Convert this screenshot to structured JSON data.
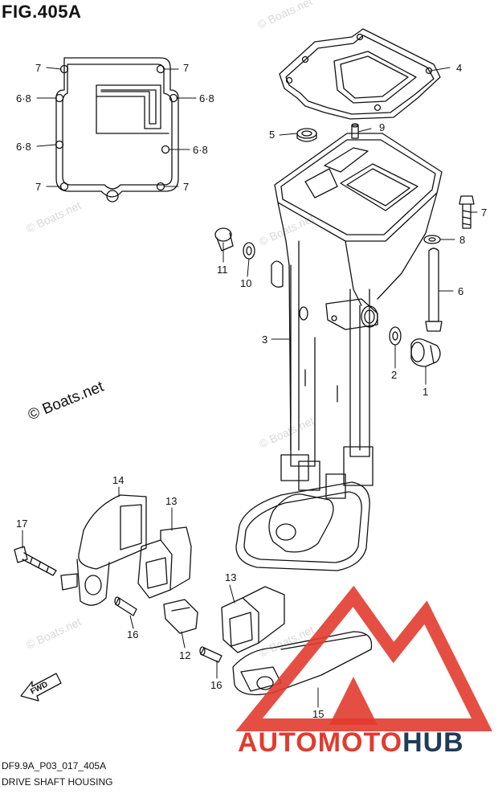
{
  "figure_title": "FIG.405A",
  "figure_code": "DF9.9A_P03_017_405A",
  "caption": "DRIVE SHAFT HOUSING",
  "copyright": "© Boats.net",
  "watermark": "© Boats.net",
  "fwd_label": "FWD",
  "logo": {
    "part1": "AUTOMOTO",
    "part2": "HUB"
  },
  "callouts": {
    "c1": "1",
    "c2": "2",
    "c3": "3",
    "c4": "4",
    "c5": "5",
    "c6": "6",
    "c7": "7",
    "c8": "8",
    "c9": "9",
    "c10": "10",
    "c11": "11",
    "c12": "12",
    "c13a": "13",
    "c13b": "13",
    "c14": "14",
    "c15": "15",
    "c16a": "16",
    "c16b": "16",
    "c17": "17",
    "g7a": "7",
    "g7b": "7",
    "g7c": "7",
    "g7d": "7",
    "g68a": "6·8",
    "g68b": "6·8",
    "g68c": "6·8",
    "g68d": "6·8"
  },
  "colors": {
    "logo_red": "#e23b2e",
    "logo_navy": "#1f3b5a",
    "line": "#111111"
  }
}
